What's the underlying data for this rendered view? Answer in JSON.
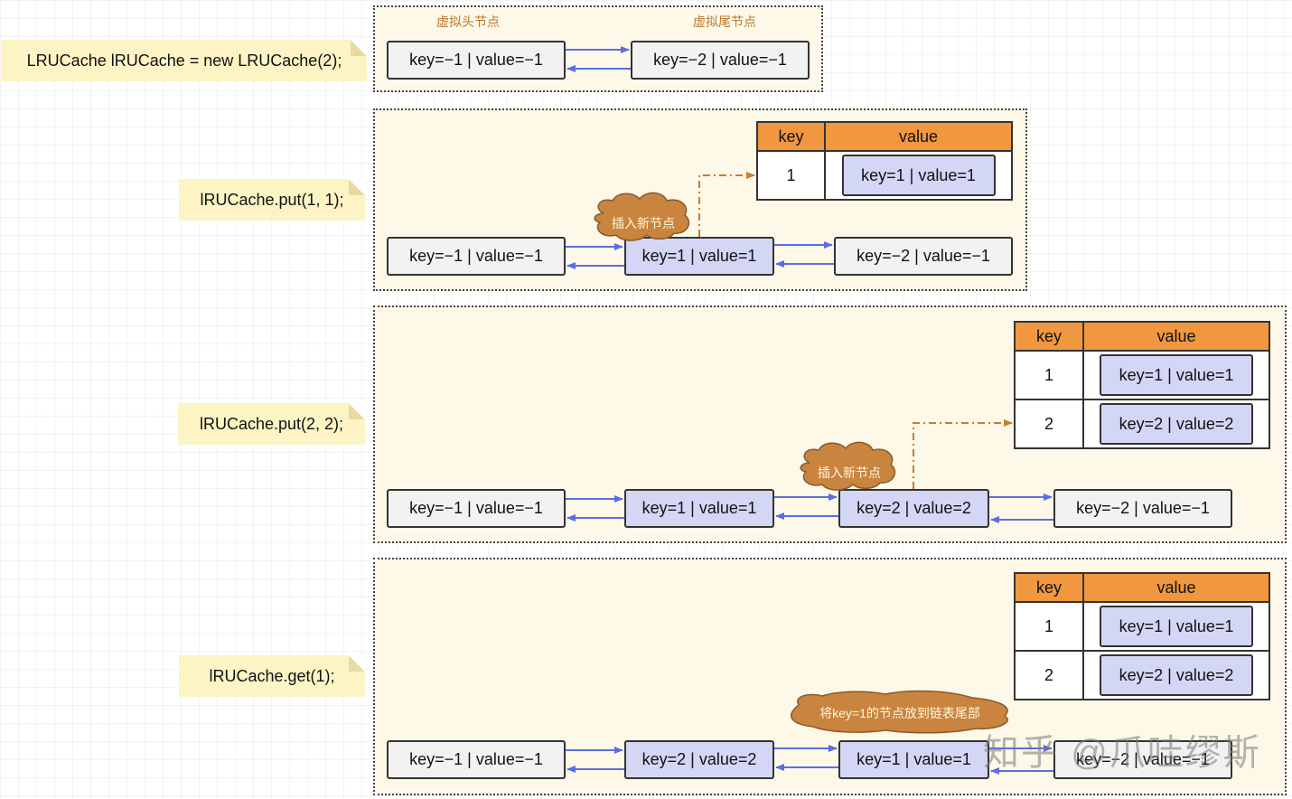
{
  "colors": {
    "arrow": "#5b6ee1",
    "dashed_arrow": "#c77d2b",
    "table_header": "#f0973f",
    "node_highlight": "#d4d6f6",
    "note": "#fcf4c4",
    "cloud": "#c98440"
  },
  "step1": {
    "code": "LRUCache lRUCache = new LRUCache(2);",
    "head_label": "虚拟头节点",
    "tail_label": "虚拟尾节点",
    "head_node": "key=−1 | value=−1",
    "tail_node": "key=−2 | value=−1"
  },
  "step2": {
    "code": "lRUCache.put(1, 1);",
    "table": {
      "key_header": "key",
      "value_header": "value",
      "rows": [
        {
          "key": "1",
          "value": "key=1 | value=1"
        }
      ]
    },
    "cloud": "插入新节点",
    "nodes": [
      "key=−1 | value=−1",
      "key=1 | value=1",
      "key=−2 | value=−1"
    ]
  },
  "step3": {
    "code": "lRUCache.put(2, 2);",
    "table": {
      "key_header": "key",
      "value_header": "value",
      "rows": [
        {
          "key": "1",
          "value": "key=1 | value=1"
        },
        {
          "key": "2",
          "value": "key=2 | value=2"
        }
      ]
    },
    "cloud": "插入新节点",
    "nodes": [
      "key=−1 | value=−1",
      "key=1 | value=1",
      "key=2 | value=2",
      "key=−2 | value=−1"
    ]
  },
  "step4": {
    "code": "lRUCache.get(1);",
    "table": {
      "key_header": "key",
      "value_header": "value",
      "rows": [
        {
          "key": "1",
          "value": "key=1 | value=1"
        },
        {
          "key": "2",
          "value": "key=2 | value=2"
        }
      ]
    },
    "cloud": "将key=1的节点放到链表尾部",
    "nodes": [
      "key=−1 | value=−1",
      "key=2 | value=2",
      "key=1 | value=1",
      "key=−2 | value=−1"
    ]
  },
  "watermark": "知乎 @爪哇缪斯"
}
